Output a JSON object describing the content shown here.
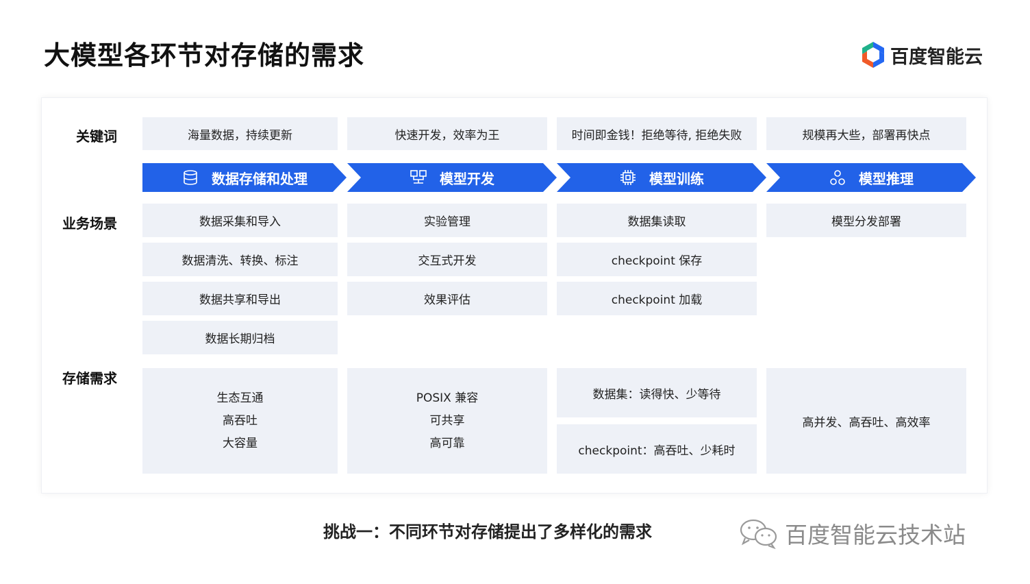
{
  "title": "大模型各环节对存储的需求",
  "brand": {
    "name": "百度智能云",
    "logo": "baidu-cloud-logo"
  },
  "rows": {
    "keywords_label": "关键词",
    "scenarios_label": "业务场景",
    "storage_label": "存储需求"
  },
  "keywords": [
    "海量数据，持续更新",
    "快速开发，效率为王",
    "时间即金钱！拒绝等待, 拒绝失败",
    "规模再大些，部署再快点"
  ],
  "stages": [
    {
      "label": "数据存储和处理",
      "icon": "database-icon"
    },
    {
      "label": "模型开发",
      "icon": "network-icon"
    },
    {
      "label": "模型训练",
      "icon": "chip-icon"
    },
    {
      "label": "模型推理",
      "icon": "nodes-icon"
    }
  ],
  "scenarios": [
    [
      "数据采集和导入",
      "数据清洗、转换、标注",
      "数据共享和导出",
      "数据长期归档"
    ],
    [
      "实验管理",
      "交互式开发",
      "效果评估"
    ],
    [
      "数据集读取",
      "checkpoint 保存",
      "checkpoint 加载"
    ],
    [
      "模型分发部署"
    ]
  ],
  "storage": {
    "col1": [
      "生态互通",
      "高吞吐",
      "大容量"
    ],
    "col2": [
      "POSIX 兼容",
      "可共享",
      "高可靠"
    ],
    "col3": [
      "数据集：读得快、少等待",
      "checkpoint：高吞吐、少耗时"
    ],
    "col4": [
      "高并发、高吞吐、高效率"
    ]
  },
  "caption": "挑战一：不同环节对存储提出了多样化的需求",
  "watermark": "百度智能云技术站",
  "colors": {
    "arrow": "#2262e8",
    "cell": "#eef1f7"
  }
}
